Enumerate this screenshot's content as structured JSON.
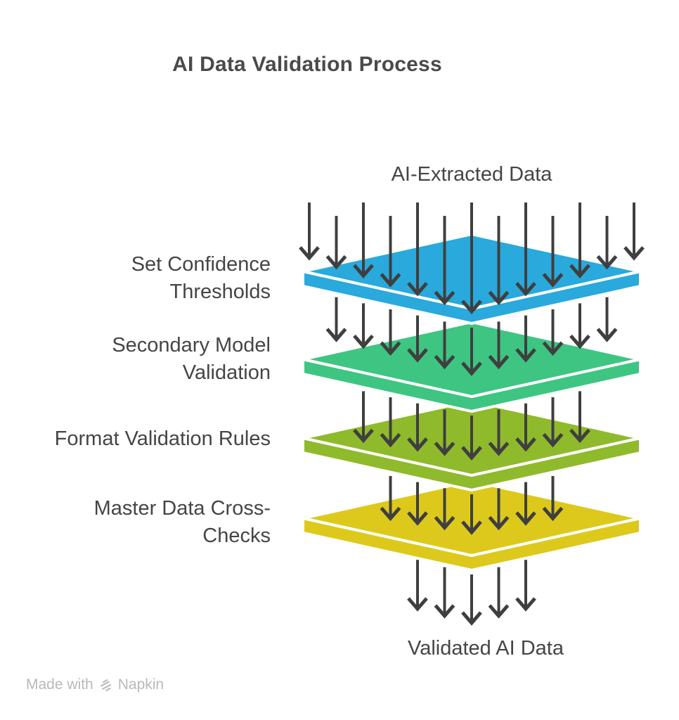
{
  "title": "AI Data Validation Process",
  "diagram": {
    "input_label": "AI-Extracted Data",
    "output_label": "Validated AI Data",
    "stages": [
      {
        "label": "Set Confidence\nThresholds",
        "color": "#29A9DC"
      },
      {
        "label": "Secondary Model\nValidation",
        "color": "#3EC582"
      },
      {
        "label": "Format Validation Rules",
        "color": "#8FBA2C"
      },
      {
        "label": "Master Data Cross-\nChecks",
        "color": "#DDC91C"
      }
    ],
    "arrows_per_stage": [
      13,
      11,
      9,
      7,
      5
    ],
    "arrow_color": "#3F3F3F",
    "layer_gap_color": "#FFFFFF"
  },
  "watermark": {
    "prefix": "Made with",
    "brand": "Napkin"
  }
}
